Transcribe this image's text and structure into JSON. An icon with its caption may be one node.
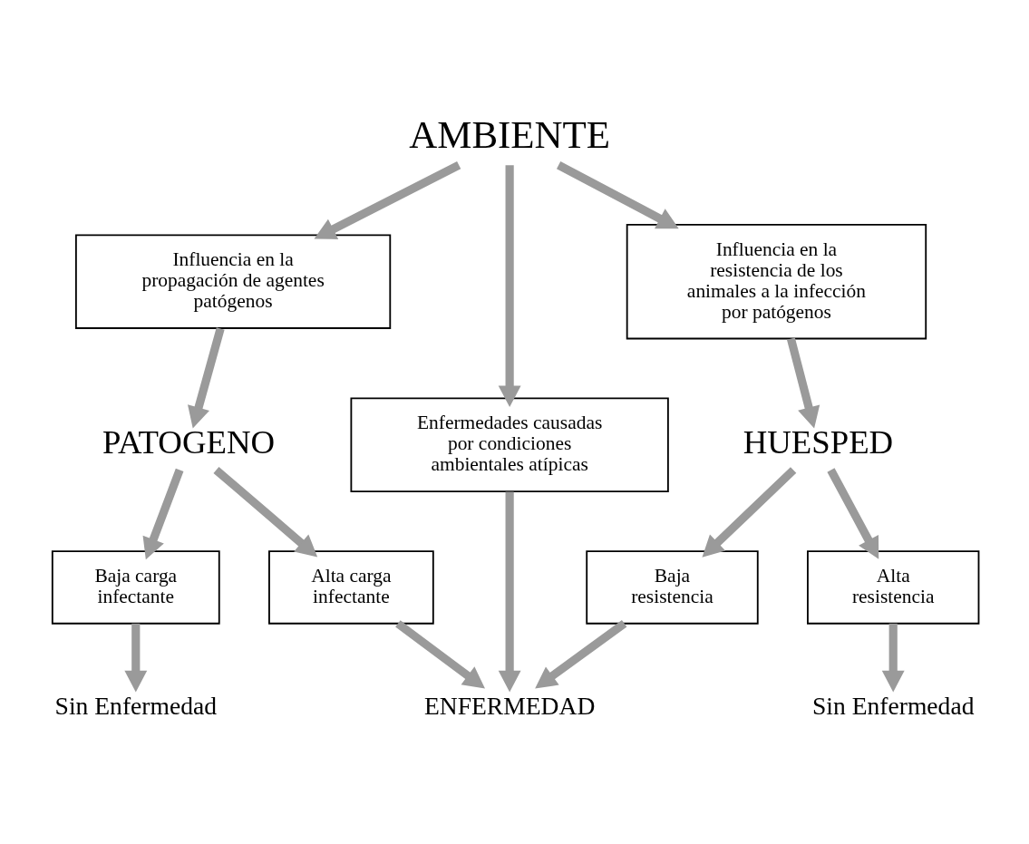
{
  "diagram": {
    "nodes": [
      {
        "text": [
          "AMBIENTE"
        ]
      },
      {
        "text": [
          "Influencia en la propagación de agentes patógenos"
        ]
      },
      {
        "text": [
          "Influencia en la resistencia de los animales a la infección por patógenos"
        ]
      },
      {
        "text": [
          "PATOGENO"
        ]
      },
      {
        "text": [
          "Enfermedades causadas por condiciones ambientales atípicas"
        ]
      },
      {
        "text": [
          "HUESPED"
        ]
      },
      {
        "text": [
          "Baja carga infectante"
        ]
      },
      {
        "text": [
          "Alta carga infectante"
        ]
      },
      {
        "text": [
          "Baja resistencia"
        ]
      },
      {
        "text": [
          "Alta resistencia"
        ]
      },
      {
        "text": [
          "Sin Enfermedad"
        ]
      },
      {
        "text": [
          "ENFERMEDAD"
        ]
      },
      {
        "text": [
          "Sin Enfermedad"
        ]
      }
    ],
    "edges": [
      {
        "from": 0,
        "to": 1,
        "arrow": "to"
      },
      {
        "from": 0,
        "to": 4,
        "arrow": "to"
      },
      {
        "from": 0,
        "to": 2,
        "arrow": "to"
      },
      {
        "from": 1,
        "to": 3,
        "arrow": "to"
      },
      {
        "from": 2,
        "to": 5,
        "arrow": "to"
      },
      {
        "from": 3,
        "to": 6,
        "arrow": "to"
      },
      {
        "from": 3,
        "to": 7,
        "arrow": "to"
      },
      {
        "from": 5,
        "to": 8,
        "arrow": "to"
      },
      {
        "from": 5,
        "to": 9,
        "arrow": "to"
      },
      {
        "from": 6,
        "to": 10,
        "arrow": "to"
      },
      {
        "from": 7,
        "to": 11,
        "arrow": "to"
      },
      {
        "from": 4,
        "to": 11,
        "arrow": "to"
      },
      {
        "from": 8,
        "to": 11,
        "arrow": "to"
      },
      {
        "from": 9,
        "to": 12,
        "arrow": "to"
      }
    ]
  }
}
